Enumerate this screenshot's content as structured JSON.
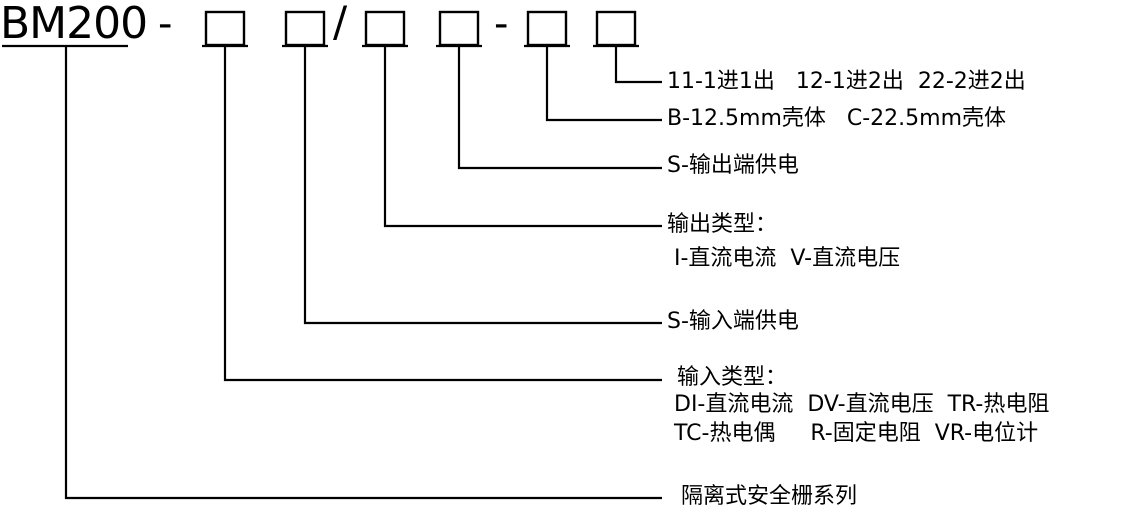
{
  "model": "BM200",
  "separators": {
    "dash1": "-",
    "slash": "/",
    "dash2": "-"
  },
  "labels": {
    "io_config": "11-1进1出   12-1进2出  22-2进2出",
    "housing": "B-12.5mm壳体   C-22.5mm壳体",
    "output_power": "S-输出端供电",
    "output_type_title": "输出类型：",
    "output_type_values": "I-直流电流  V-直流电压",
    "input_power": "S-输入端供电",
    "input_type_title": "输入类型：",
    "input_type_row1": "DI-直流电流  DV-直流电压  TR-热电阻",
    "input_type_row2": "TC-热电偶     R-固定电阻  VR-电位计",
    "series": "隔离式安全栅系列"
  }
}
